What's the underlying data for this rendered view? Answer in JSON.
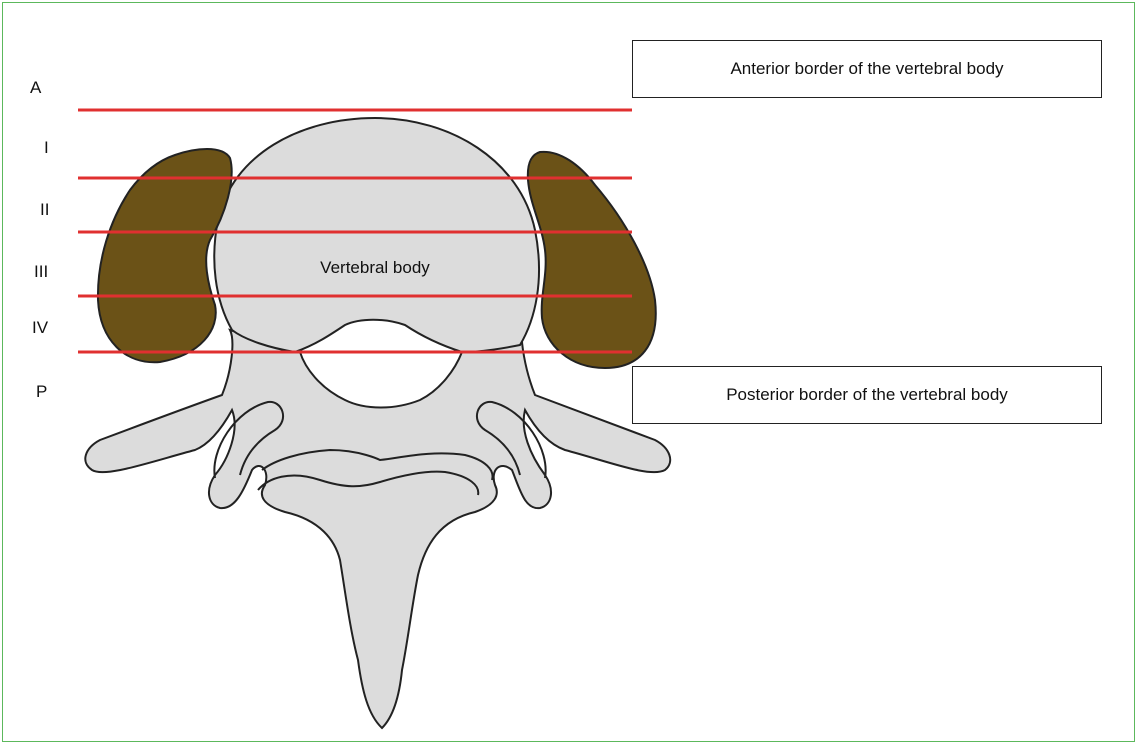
{
  "zone_labels": [
    "A",
    "I",
    "II",
    "III",
    "IV",
    "P"
  ],
  "callouts": {
    "anterior": "Anterior border of the vertebral body",
    "posterior": "Posterior border of the vertebral body"
  },
  "vertebral_body_label": "Vertebral body",
  "colors": {
    "frame": "#5cb85c",
    "bone_fill": "#dcdcdc",
    "muscle_fill": "#6b5217",
    "zone_line": "#e03030",
    "outline": "#222222"
  }
}
